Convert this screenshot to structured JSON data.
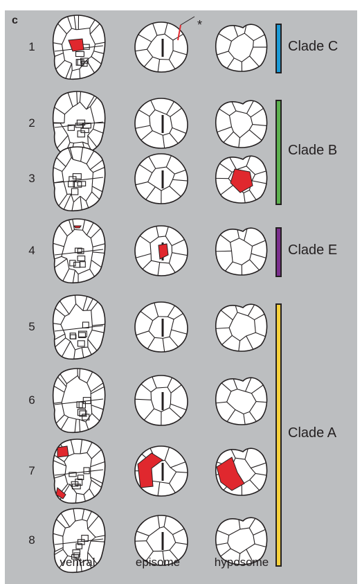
{
  "panel": {
    "letter": "c",
    "background": "#bcbec0"
  },
  "rows": [
    {
      "label": "1",
      "ventral_red": [
        [
          -14,
          -10,
          6,
          -12,
          8,
          4,
          -8,
          6
        ]
      ],
      "episome_red_line": true,
      "hyposome_red": false
    },
    {
      "label": "2",
      "ventral_red": [],
      "episome_red_line": false,
      "hyposome_red": false
    },
    {
      "label": "3",
      "ventral_red": [],
      "episome_red_line": false,
      "hyposome_red": true
    },
    {
      "label": "4",
      "ventral_red": [
        [
          -6,
          -36,
          4,
          -36,
          2,
          -33,
          -4,
          -33
        ]
      ],
      "episome_red": true,
      "hyposome_red": false
    },
    {
      "label": "5",
      "ventral_red": [],
      "episome_red_line": false,
      "hyposome_red": false
    },
    {
      "label": "6",
      "ventral_red": [],
      "episome_red_line": false,
      "hyposome_red": false
    },
    {
      "label": "7",
      "ventral_red": [
        [
          -30,
          -34,
          -16,
          -36,
          -14,
          -22,
          -30,
          -20
        ],
        [
          -30,
          24,
          -18,
          34,
          -22,
          40,
          -32,
          34
        ]
      ],
      "episome_red_big": true,
      "hyposome_red_big": true
    },
    {
      "label": "8",
      "ventral_red": [],
      "episome_red_line": false,
      "hyposome_red": false
    }
  ],
  "annotation": {
    "asterisk": "*"
  },
  "clades": [
    {
      "name": "Clade C",
      "color": "#1b9ad6",
      "rows": [
        1,
        1
      ]
    },
    {
      "name": "Clade B",
      "color": "#5cb14f",
      "rows": [
        2,
        3
      ]
    },
    {
      "name": "Clade E",
      "color": "#7b2f8e",
      "rows": [
        4,
        4
      ]
    },
    {
      "name": "Clade A",
      "color": "#f6d13c",
      "rows": [
        5,
        8
      ]
    }
  ],
  "column_labels": [
    "ventral",
    "episome",
    "hyposome"
  ],
  "colors": {
    "plate_fill": "#ffffff",
    "plate_stroke": "#231f20",
    "highlight": "#e0282e"
  }
}
